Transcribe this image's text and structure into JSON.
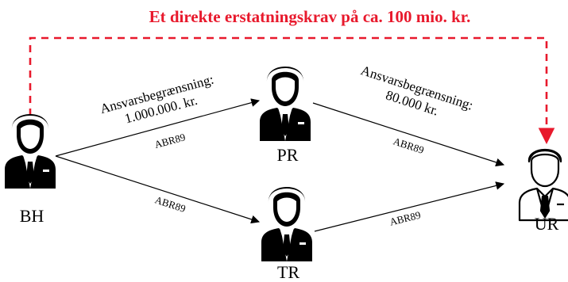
{
  "title": "Et direkte erstatningskrav på ca. 100 mio. kr.",
  "colors": {
    "accent": "#e8192c",
    "ink": "#000000"
  },
  "nodes": {
    "bh": {
      "label": "BH",
      "icon": "person-icon-filled"
    },
    "pr": {
      "label": "PR",
      "icon": "person-icon-filled"
    },
    "tr": {
      "label": "TR",
      "icon": "person-icon-filled"
    },
    "ur": {
      "label": "UR",
      "icon": "person-icon-outline"
    }
  },
  "edges": {
    "bh_pr": "ABR89",
    "bh_tr": "ABR89",
    "pr_ur": "ABR89",
    "tr_ur": "ABR89"
  },
  "limits": {
    "bh_pr": {
      "line1": "Ansvarsbegrænsning:",
      "line2": "1.000.000. kr."
    },
    "pr_ur": {
      "line1": "Ansvarsbegrænsning:",
      "line2": "80.000 kr."
    }
  }
}
